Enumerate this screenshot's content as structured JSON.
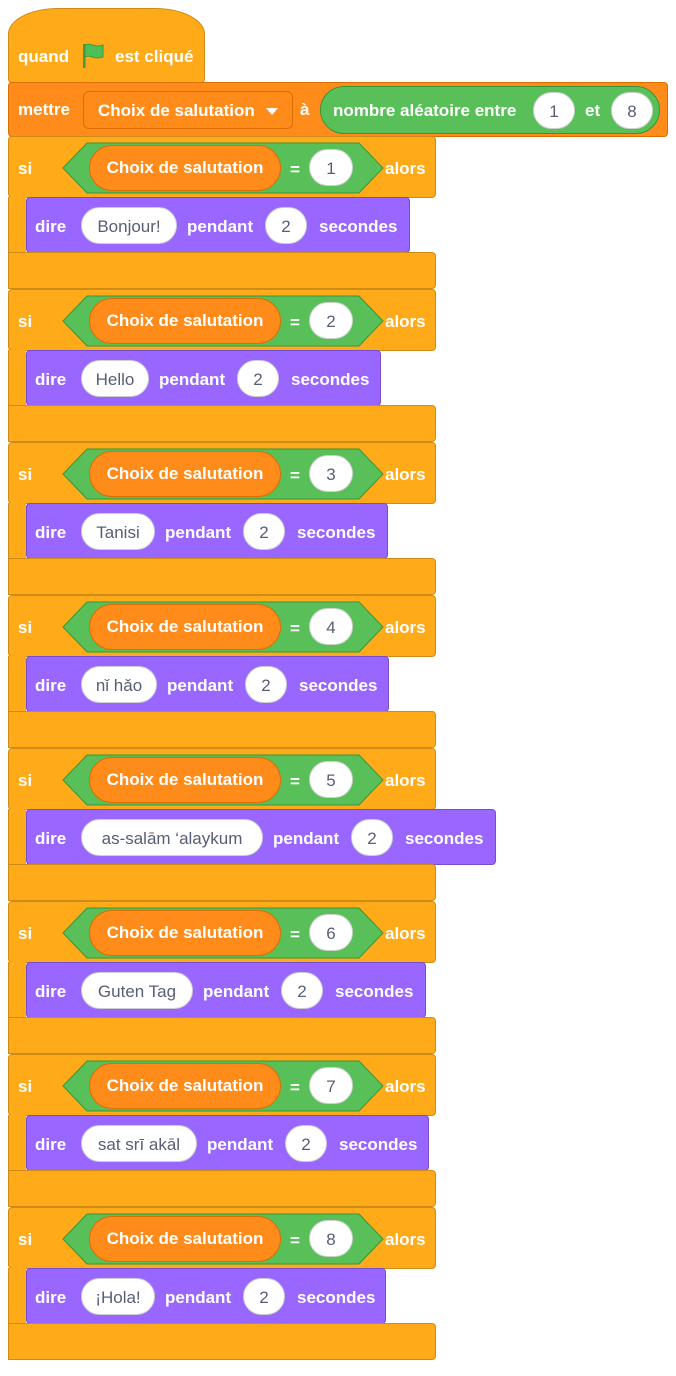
{
  "event": {
    "when_label": "quand",
    "clicked_label": "est cliqué",
    "flag_icon": "green-flag-icon",
    "colors": {
      "events": "#FFAB19",
      "flag": "#4CBF56"
    }
  },
  "set_block": {
    "set_label": "mettre",
    "variable": "Choix de salutation",
    "to_label": "à",
    "random_label": "nombre aléatoire entre",
    "from": "1",
    "and_label": "et",
    "to": "8",
    "colors": {
      "variables": "#FF8C1A",
      "operators": "#59C059"
    }
  },
  "if_blocks": [
    {
      "if_label": "si",
      "variable": "Choix de salutation",
      "eq": "=",
      "value": "1",
      "then_label": "alors",
      "say_label": "dire",
      "message": "Bonjour!",
      "for_label": "pendant",
      "secs": "2",
      "seconds_label": "secondes"
    },
    {
      "if_label": "si",
      "variable": "Choix de salutation",
      "eq": "=",
      "value": "2",
      "then_label": "alors",
      "say_label": "dire",
      "message": "Hello",
      "for_label": "pendant",
      "secs": "2",
      "seconds_label": "secondes"
    },
    {
      "if_label": "si",
      "variable": "Choix de salutation",
      "eq": "=",
      "value": "3",
      "then_label": "alors",
      "say_label": "dire",
      "message": "Tanisi",
      "for_label": "pendant",
      "secs": "2",
      "seconds_label": "secondes"
    },
    {
      "if_label": "si",
      "variable": "Choix de salutation",
      "eq": "=",
      "value": "4",
      "then_label": "alors",
      "say_label": "dire",
      "message": "nǐ hǎo",
      "for_label": "pendant",
      "secs": "2",
      "seconds_label": "secondes"
    },
    {
      "if_label": "si",
      "variable": "Choix de salutation",
      "eq": "=",
      "value": "5",
      "then_label": "alors",
      "say_label": "dire",
      "message": "as-salām ‘alaykum",
      "for_label": "pendant",
      "secs": "2",
      "seconds_label": "secondes"
    },
    {
      "if_label": "si",
      "variable": "Choix de salutation",
      "eq": "=",
      "value": "6",
      "then_label": "alors",
      "say_label": "dire",
      "message": "Guten Tag",
      "for_label": "pendant",
      "secs": "2",
      "seconds_label": "secondes"
    },
    {
      "if_label": "si",
      "variable": "Choix de salutation",
      "eq": "=",
      "value": "7",
      "then_label": "alors",
      "say_label": "dire",
      "message": "sat srī akāl",
      "for_label": "pendant",
      "secs": "2",
      "seconds_label": "secondes"
    },
    {
      "if_label": "si",
      "variable": "Choix de salutation",
      "eq": "=",
      "value": "8",
      "then_label": "alors",
      "say_label": "dire",
      "message": "¡Hola!",
      "for_label": "pendant",
      "secs": "2",
      "seconds_label": "secondes"
    }
  ],
  "colors": {
    "control": "#FFAB19",
    "looks": "#9966FF"
  }
}
